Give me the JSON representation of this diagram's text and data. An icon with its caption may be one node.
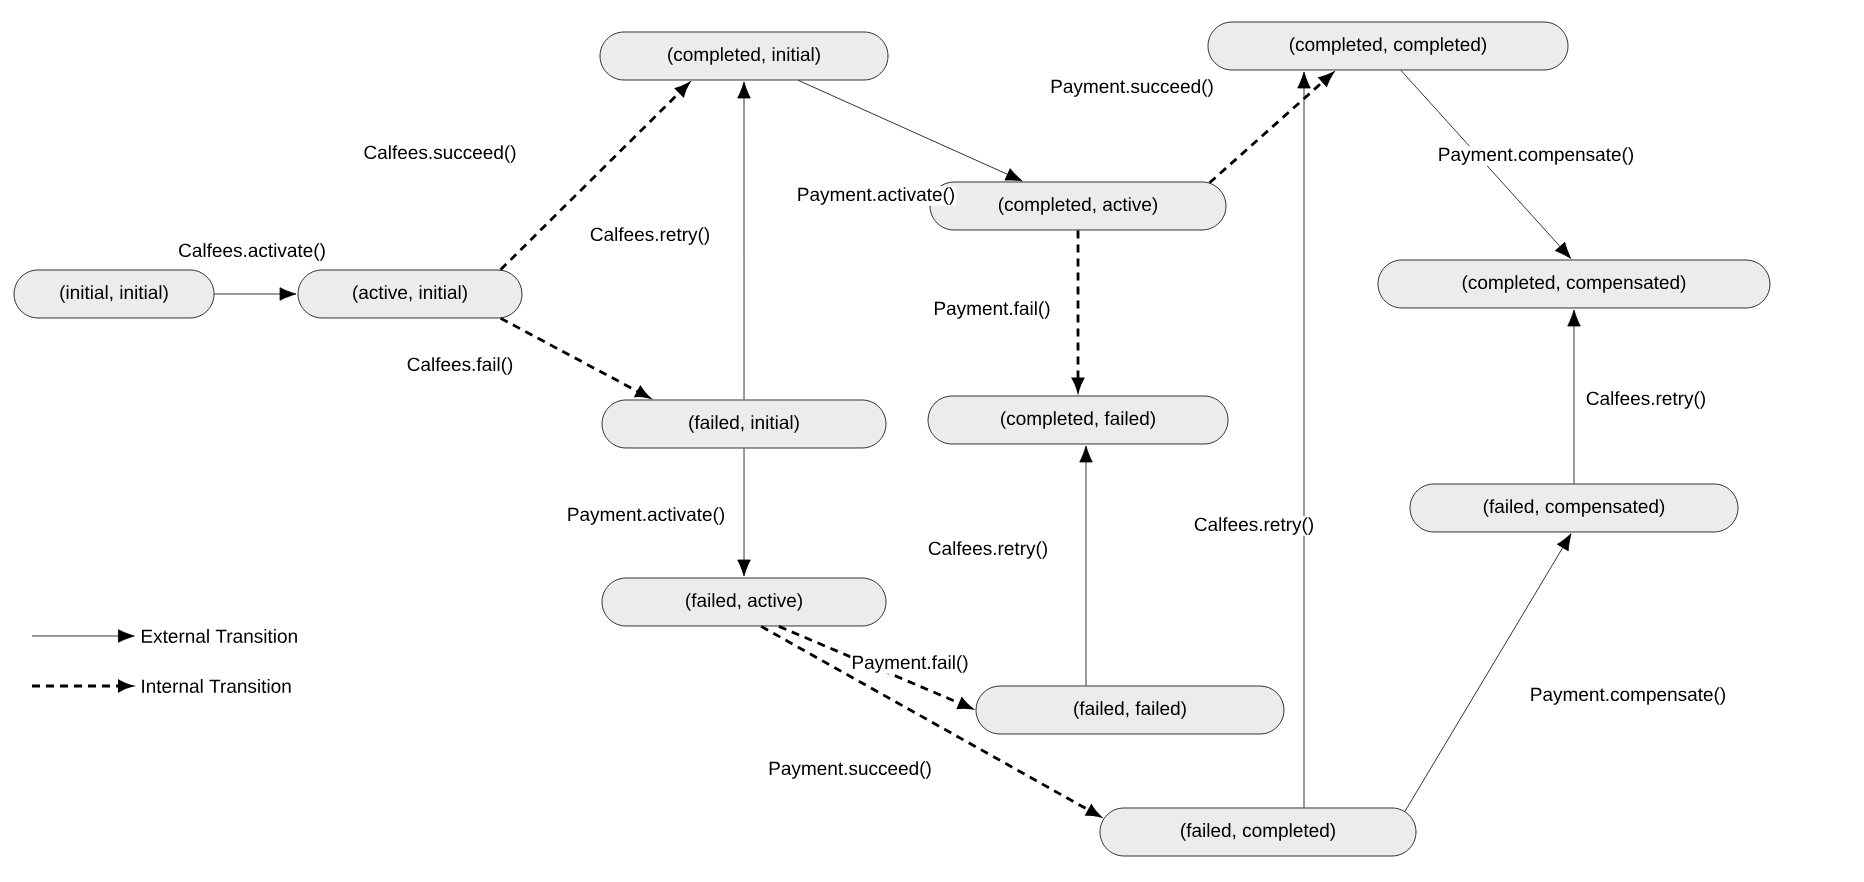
{
  "diagram": {
    "nodes": [
      {
        "text": [
          "(initial, initial)"
        ]
      },
      {
        "text": [
          "(active, initial)"
        ]
      },
      {
        "text": [
          "(completed, initial)"
        ]
      },
      {
        "text": [
          "(failed, initial)"
        ]
      },
      {
        "text": [
          "(failed, active)"
        ]
      },
      {
        "text": [
          "(completed, active)"
        ]
      },
      {
        "text": [
          "(completed, failed)"
        ]
      },
      {
        "text": [
          "(failed, failed)"
        ]
      },
      {
        "text": [
          "(completed, completed)"
        ]
      },
      {
        "text": [
          "(completed, compensated)"
        ]
      },
      {
        "text": [
          "(failed, compensated)"
        ]
      },
      {
        "text": [
          "(failed, completed)"
        ]
      }
    ],
    "edges": [
      {
        "from": 0,
        "to": 1,
        "arrow": "to",
        "label": "Calfees.activate()"
      },
      {
        "from": 1,
        "to": 2,
        "arrow": "to",
        "label": "Calfees.succeed()",
        "style": "dashed"
      },
      {
        "from": 1,
        "to": 3,
        "arrow": "to",
        "label": "Calfees.fail()",
        "style": "dashed"
      },
      {
        "from": 3,
        "to": 2,
        "arrow": "to",
        "label": "Calfees.retry()"
      },
      {
        "from": 3,
        "to": 4,
        "arrow": "to",
        "label": "Payment.activate()"
      },
      {
        "from": 2,
        "to": 5,
        "arrow": "to",
        "label": "Payment.activate()"
      },
      {
        "from": 5,
        "to": 8,
        "arrow": "to",
        "label": "Payment.succeed()",
        "style": "dashed"
      },
      {
        "from": 5,
        "to": 6,
        "arrow": "to",
        "label": "Payment.fail()",
        "style": "dashed"
      },
      {
        "from": 4,
        "to": 7,
        "arrow": "to",
        "label": "Payment.fail()",
        "style": "dashed"
      },
      {
        "from": 7,
        "to": 6,
        "arrow": "to",
        "label": "Calfees.retry()"
      },
      {
        "from": 4,
        "to": 11,
        "arrow": "to",
        "label": "Payment.succeed()",
        "style": "dashed"
      },
      {
        "from": 11,
        "to": 8,
        "arrow": "to",
        "label": "Calfees.retry()"
      },
      {
        "from": 8,
        "to": 9,
        "arrow": "to",
        "label": "Payment.compensate()"
      },
      {
        "from": 11,
        "to": 10,
        "arrow": "to",
        "label": "Payment.compensate()"
      },
      {
        "from": 10,
        "to": 9,
        "arrow": "to",
        "label": "Calfees.retry()"
      }
    ],
    "legend": [
      {
        "text": "External Transition"
      },
      {
        "text": "Internal Transition"
      }
    ]
  }
}
